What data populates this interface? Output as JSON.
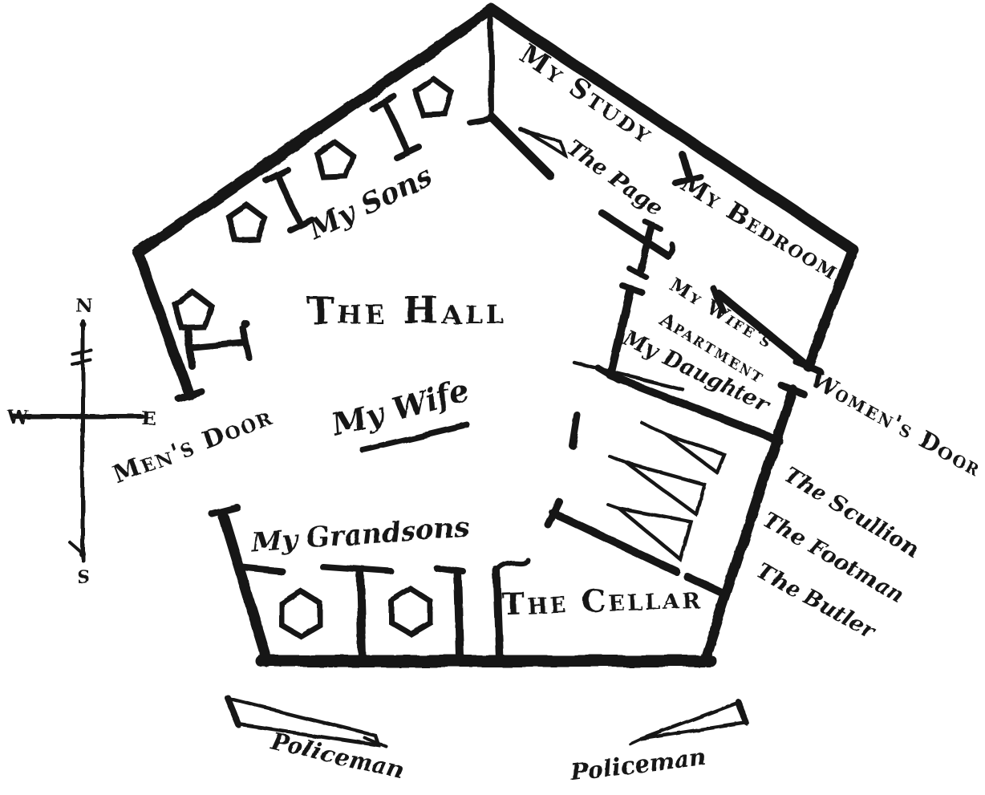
{
  "page": {
    "title": "Pentagonal house floor plan",
    "background": "#ffffff",
    "ink_color": "#151515"
  },
  "rooms": {
    "hall": "The Hall",
    "study": "My Study",
    "bedroom": "My Bedroom",
    "wife_apartment_line1": "My Wife's",
    "wife_apartment_line2": "Apartment",
    "cellar": "The Cellar"
  },
  "doors": {
    "mens_door": "Men's Door",
    "womens_door": "Women's Door"
  },
  "people": {
    "sons": "My Sons",
    "page": "The Page",
    "daughter": "My Daughter",
    "wife": "My Wife",
    "grandsons": "My Grandsons",
    "scullion": "The Scullion",
    "footman": "The Footman",
    "butler": "The Butler",
    "policeman_left": "Policeman",
    "policeman_right": "Policeman"
  },
  "compass": {
    "north": "N",
    "south": "S",
    "east": "E",
    "west": "W"
  }
}
